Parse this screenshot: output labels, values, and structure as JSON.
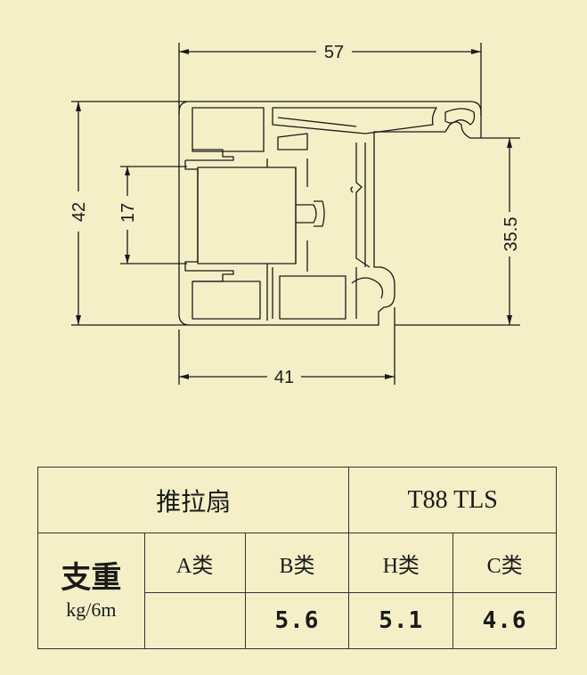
{
  "dimensions": {
    "top": "57",
    "left": "42",
    "inner_left": "17",
    "right": "35.5",
    "bottom": "41"
  },
  "table": {
    "product_name": "推拉扇",
    "model": "T88 TLS",
    "weight_label": "支重",
    "weight_unit": "kg/6m",
    "classes": [
      {
        "label": "A类",
        "value": ""
      },
      {
        "label": "B类",
        "value": "5.6"
      },
      {
        "label": "H类",
        "value": "5.1"
      },
      {
        "label": "C类",
        "value": "4.6"
      }
    ]
  },
  "colors": {
    "background": "#f5efc7",
    "line": "#1a1a1a"
  }
}
